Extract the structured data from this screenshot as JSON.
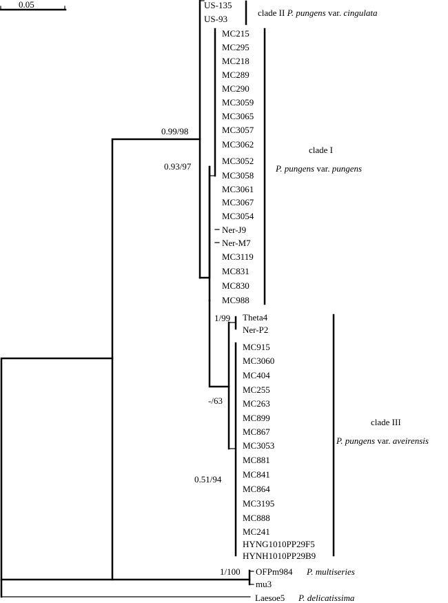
{
  "scale_bar": {
    "label": "0.05"
  },
  "supports": {
    "root_clade": "0.99/98",
    "clade1": "0.93/97",
    "theta_ner": "1/99",
    "clade3_outer": "-/63",
    "clade3_inner": "0.51/94",
    "multiseries": "1/100"
  },
  "clades": {
    "clade2": {
      "name": "clade II",
      "species": "P. pungens",
      "var_word": " var. ",
      "variety": "cingulata"
    },
    "clade1": {
      "name": "clade I",
      "species": "P. pungens",
      "var_word": " var. ",
      "variety": "pungens"
    },
    "clade3": {
      "name": "clade III",
      "species": "P. pungens",
      "var_word": " var. ",
      "variety": "aveirensis"
    }
  },
  "outgroups": {
    "multiseries": "P. multiseries",
    "delicatissima": "P. delicatissima"
  },
  "taxa": {
    "us135": "US-135",
    "us93": "US-93",
    "mc215": "MC215",
    "mc295": "MC295",
    "mc218": "MC218",
    "mc289": "MC289",
    "mc290": "MC290",
    "mc3059": "MC3059",
    "mc3065": "MC3065",
    "mc3057": "MC3057",
    "mc3062": "MC3062",
    "mc3052": "MC3052",
    "mc3058": "MC3058",
    "mc3061": "MC3061",
    "mc3067": "MC3067",
    "mc3054": "MC3054",
    "nerj9": "Ner-J9",
    "nerm7": "Ner-M7",
    "mc3119": "MC3119",
    "mc831": "MC831",
    "mc830": "MC830",
    "mc988": "MC988",
    "theta4": "Theta4",
    "nerp2": "Ner-P2",
    "mc915": "MC915",
    "mc3060": "MC3060",
    "mc404": "MC404",
    "mc255": "MC255",
    "mc263": "MC263",
    "mc899": "MC899",
    "mc867": "MC867",
    "mc3053": "MC3053",
    "mc881": "MC881",
    "mc841": "MC841",
    "mc864": "MC864",
    "mc3195": "MC3195",
    "mc888": "MC888",
    "mc241": "MC241",
    "hyng": "HYNG1010PP29F5",
    "hynh": "HYNH1010PP29B9",
    "ofpm984": "OFPm984",
    "mu3": "mu3",
    "laesoe5": "Laesoe5"
  }
}
